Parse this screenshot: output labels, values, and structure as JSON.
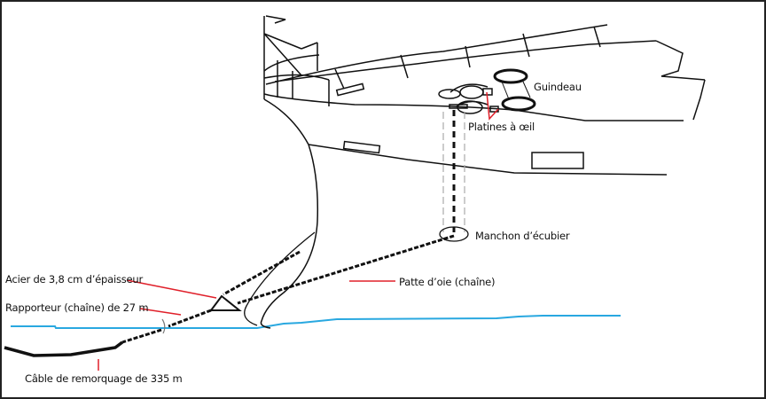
{
  "diagram": {
    "type": "ship-towing-arrangement",
    "colors": {
      "leader_line": "#e0202a",
      "water_line": "#29a8e0",
      "outline": "#111111",
      "hidden_line": "#aaaaaa"
    },
    "labels": {
      "windlass": "Guindeau",
      "eye_plates": "Platines à œil",
      "hawse_pipe": "Manchon d’écubier",
      "bridle": "Patte d’oie (chaîne)",
      "steel_plate": "Acier de 3,8 cm d’épaisseur",
      "pennant": "Rapporteur (chaîne) de 27 m",
      "tow_cable": "Câble de remorquage de 335 m"
    }
  }
}
